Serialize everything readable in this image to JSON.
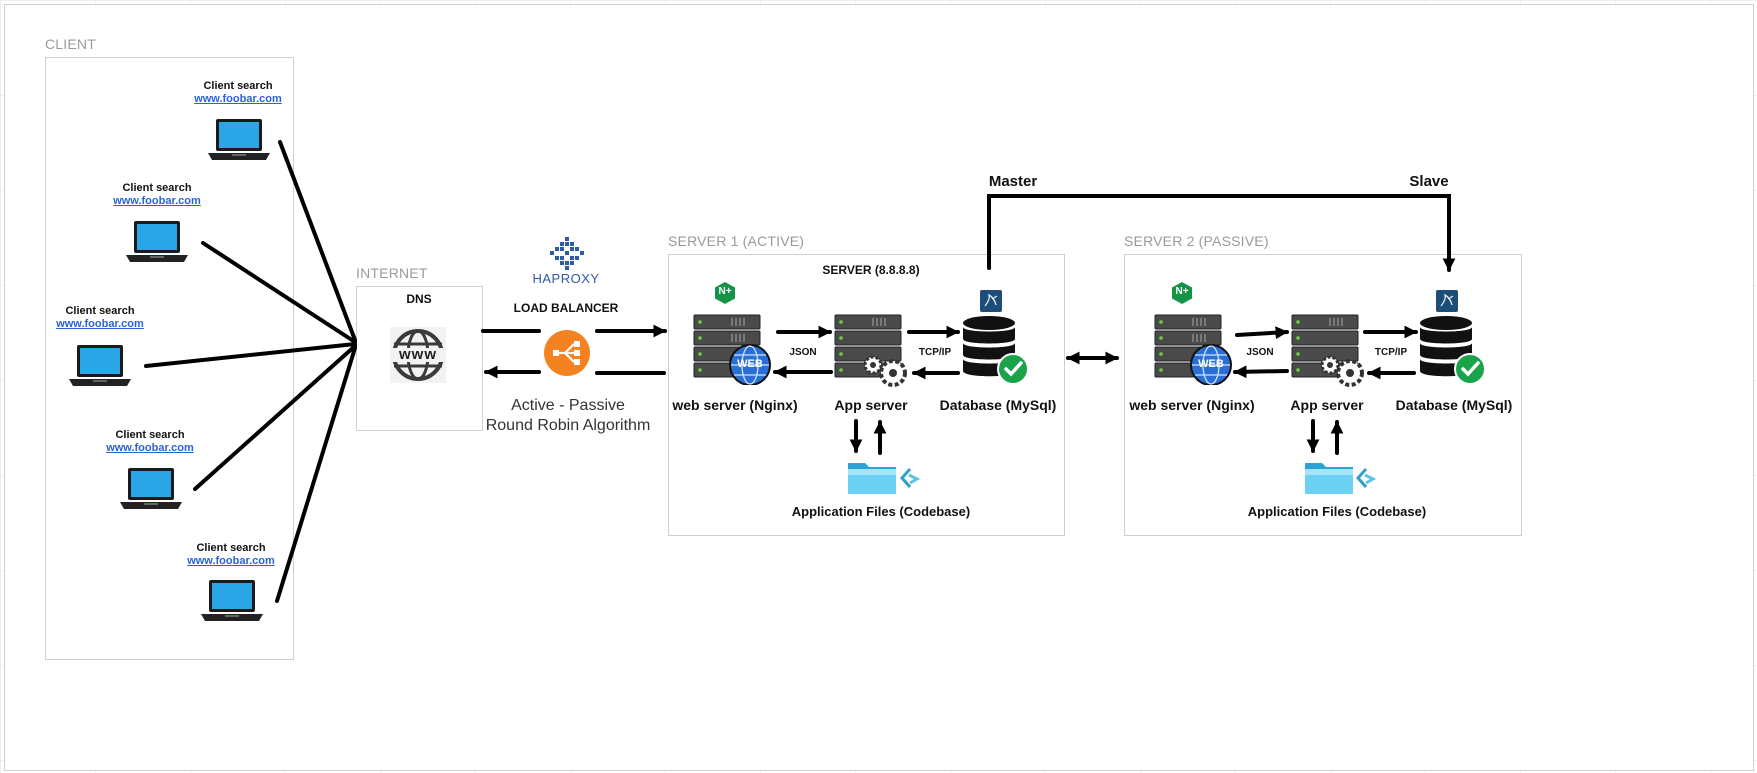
{
  "groups": {
    "client": "CLIENT",
    "internet": "INTERNET",
    "server1": "SERVER 1 (ACTIVE)",
    "server2": "SERVER 2 (PASSIVE)"
  },
  "clients": [
    {
      "title": "Client search",
      "link": "www.foobar.com"
    },
    {
      "title": "Client search",
      "link": "www.foobar.com"
    },
    {
      "title": "Client search",
      "link": "www.foobar.com"
    },
    {
      "title": "Client search",
      "link": "www.foobar.com"
    },
    {
      "title": "Client search",
      "link": "www.foobar.com"
    }
  ],
  "dns": {
    "label": "DNS",
    "icon": "www-globe-icon"
  },
  "load_balancer": {
    "brand": "HAPROXY",
    "label": "LOAD BALANCER",
    "caption_line1": "Active - Passive",
    "caption_line2": "Round Robin Algorithm",
    "color": "#f58220"
  },
  "server1": {
    "title": "SERVER (8.8.8.8)",
    "web_server": "web server (Nginx)",
    "app_server": "App server",
    "database": "Database (MySql)",
    "files": "Application Files (Codebase)",
    "json": "JSON",
    "tcpip": "TCP/IP",
    "nginx_badge": "N+",
    "web_badge": "WEB"
  },
  "server2": {
    "web_server": "web server (Nginx)",
    "app_server": "App server",
    "database": "Database (MySql)",
    "files": "Application Files (Codebase)",
    "json": "JSON",
    "tcpip": "TCP/IP",
    "nginx_badge": "N+",
    "web_badge": "WEB"
  },
  "replication": {
    "master": "Master",
    "slave": "Slave"
  },
  "dns_glyph": "www",
  "colors": {
    "laptop_screen": "#2aa5e6",
    "nginx_green": "#139447",
    "check_green": "#1aa34a",
    "mysql_blue": "#1c4e78",
    "folder_blue": "#3db7e8",
    "link_blue": "#2a63d6"
  }
}
